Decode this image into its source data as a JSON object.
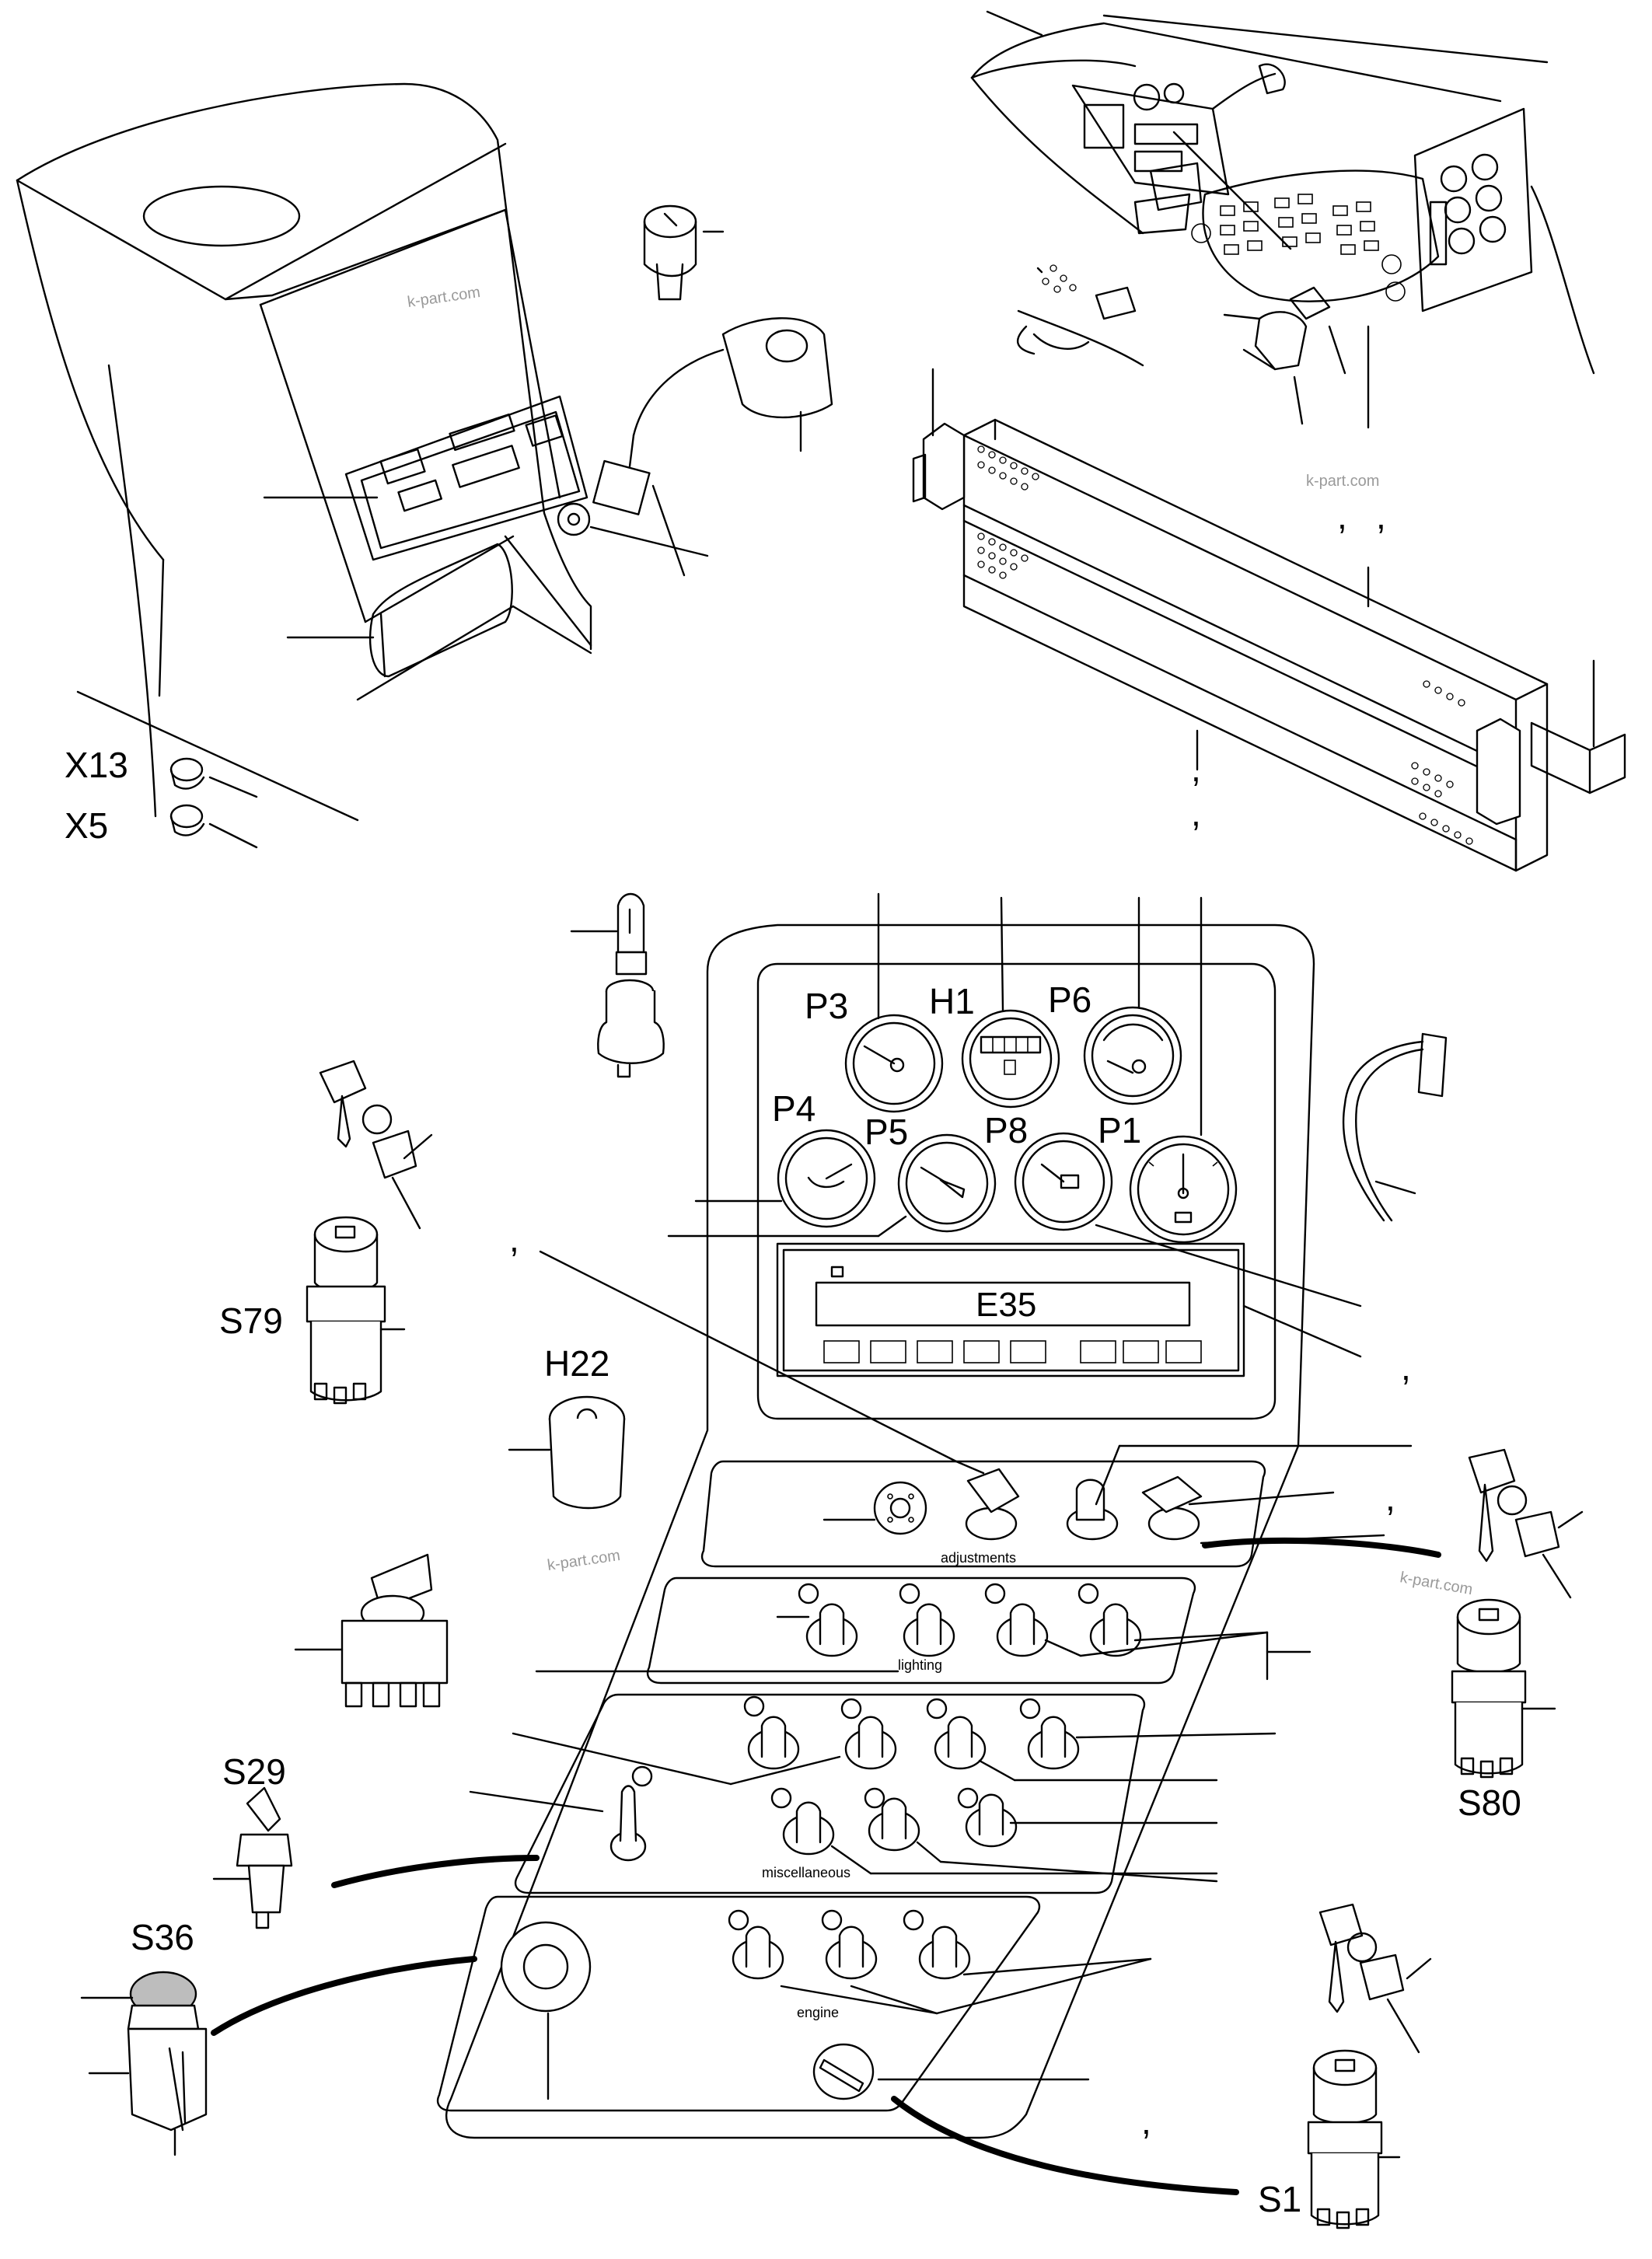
{
  "labels": {
    "x13": "X13",
    "x5": "X5",
    "p3": "P3",
    "h1": "H1",
    "p6": "P6",
    "p4": "P4",
    "p5": "P5",
    "p8": "P8",
    "p1": "P1",
    "e35": "E35",
    "s79": "S79",
    "h22": "H22",
    "s80": "S80",
    "s29": "S29",
    "s36": "S36",
    "s1": "S1"
  },
  "panel_sections": {
    "adjustments": "adjustments",
    "lighting": "lighting",
    "miscellaneous": "miscellaneous",
    "engine": "engine"
  },
  "watermark": "k-part.com",
  "commas": ",",
  "colors": {
    "line": "#000000",
    "background": "#ffffff",
    "watermark": "#9a9a9a"
  }
}
